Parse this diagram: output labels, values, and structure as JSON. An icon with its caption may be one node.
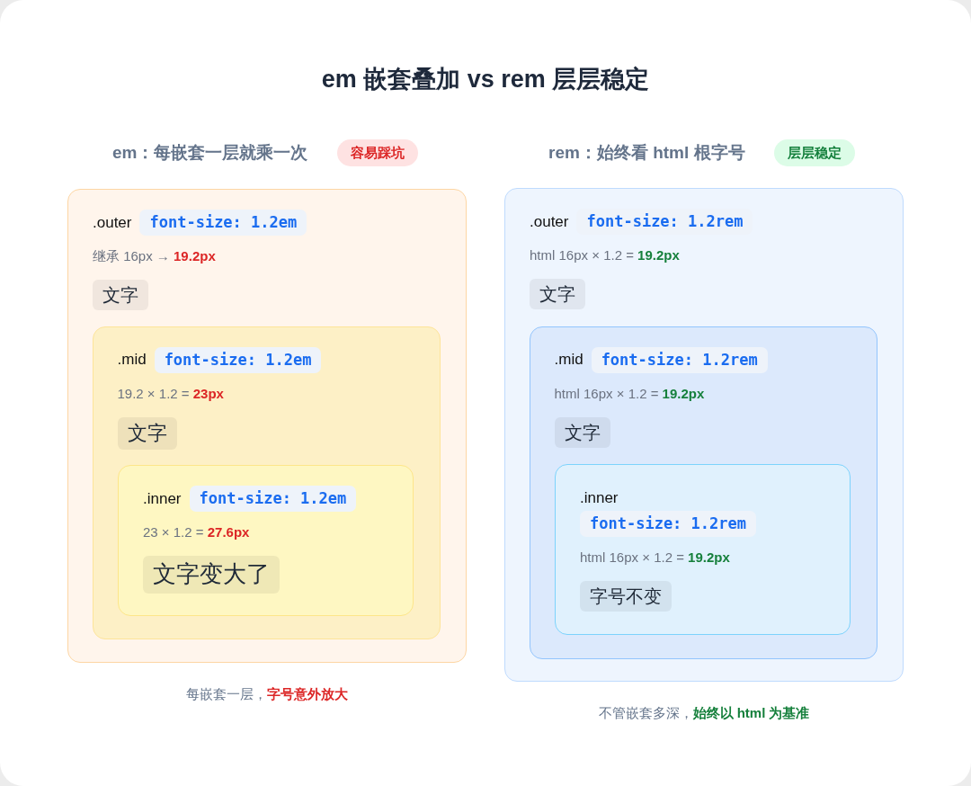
{
  "diagram": {
    "title": "em 嵌套叠加 vs rem 层层稳定",
    "nodes": [
      {
        "text": [
          ".outer",
          "font-size: 1.2em",
          "继承 16px → **19.2px**",
          "文字"
        ]
      },
      {
        "text": [
          ".mid",
          "font-size: 1.2em",
          "19.2 × 1.2 = **23px**",
          "文字"
        ],
        "in": 0
      },
      {
        "text": [
          ".inner",
          "font-size: 1.2em",
          "23 × 1.2 = **27.6px**",
          "文字变大了"
        ],
        "in": 1
      },
      {
        "text": [
          ".outer",
          "font-size: 1.2rem",
          "html 16px × 1.2 = **19.2px**",
          "文字"
        ]
      },
      {
        "text": [
          ".mid",
          "font-size: 1.2rem",
          "html 16px × 1.2 = **19.2px**",
          "文字"
        ],
        "in": 3
      },
      {
        "text": [
          ".inner",
          "font-size: 1.2rem",
          "html 16px × 1.2 = **19.2px**",
          "字号不变"
        ],
        "in": 4
      }
    ],
    "labels": [
      "em：每嵌套一层就乘一次",
      "容易踩坑",
      "rem：始终看 html 根字号",
      "层层稳定",
      "每嵌套一层，**字号意外放大**",
      "不管嵌套多深，**始终以 html 为基准**"
    ]
  }
}
